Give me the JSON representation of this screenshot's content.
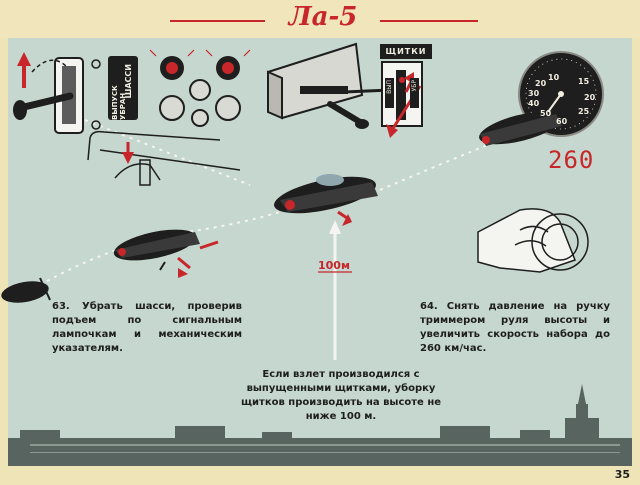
{
  "header": {
    "title": "Ла-5"
  },
  "instruments": {
    "gear_panel_labels": [
      "ВЫПУСК УБРАН",
      "ШАССИ"
    ],
    "flaps_label": "ЩИТКИ",
    "flaps_indicator_labels": [
      "ВЫП",
      "УБР"
    ],
    "speed_gauge_ticks": [
      "10",
      "20",
      "30",
      "40",
      "50",
      "60",
      "15",
      "20",
      "25"
    ],
    "speed_readout": "260"
  },
  "diagram": {
    "altitude_label": "100м"
  },
  "captions": {
    "step_63": "63. Убрать шасси, проверив подъем по сигнальным лампочкам и механическим указателям.",
    "step_64": "64. Снять давление на ручку триммером руля высоты и увеличить скорость набора до 260 км/час.",
    "flaps_note": "Если взлет производился с выпущенными щитками, уборку щитков производить на высоте не ниже 100 м."
  },
  "footer": {
    "page_number": "35"
  },
  "colors": {
    "accent_red": "#c7262a",
    "sky": "#c6d7cf",
    "paper": "#efe3b8",
    "ink": "#1e1e1e"
  }
}
